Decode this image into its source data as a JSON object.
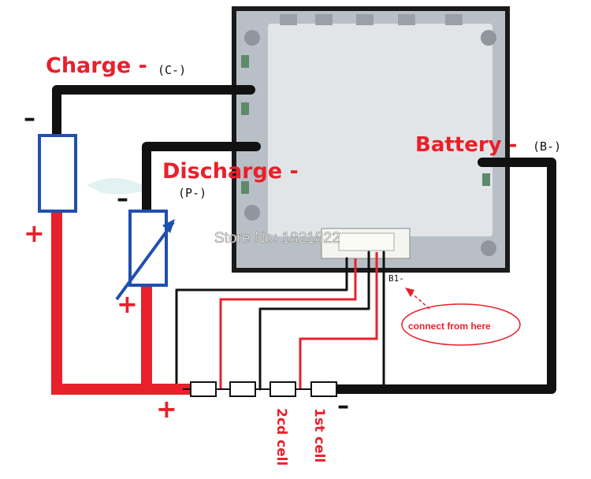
{
  "labels": {
    "charge": "Charge -",
    "charge_code": "(C-)",
    "discharge": "Discharge -",
    "discharge_code": "(P-)",
    "battery": "Battery -",
    "battery_code": "(B-)",
    "store": "Store No: 1821822",
    "b1": "B1-",
    "connect": "connect from here",
    "cell_2": "2cd cell",
    "cell_1": "1st cell",
    "charger_minus": "–",
    "charger_plus": "+",
    "load_minus": "–",
    "load_plus": "+",
    "pack_plus": "+",
    "pack_minus": "–"
  },
  "colors": {
    "wire_black": "#111111",
    "wire_red": "#e8202a",
    "board_frame": "#1a1a1a",
    "board_fill": "#d7dbe0",
    "component_blue": "#1f4fb0",
    "label_red": "#e8202a"
  }
}
